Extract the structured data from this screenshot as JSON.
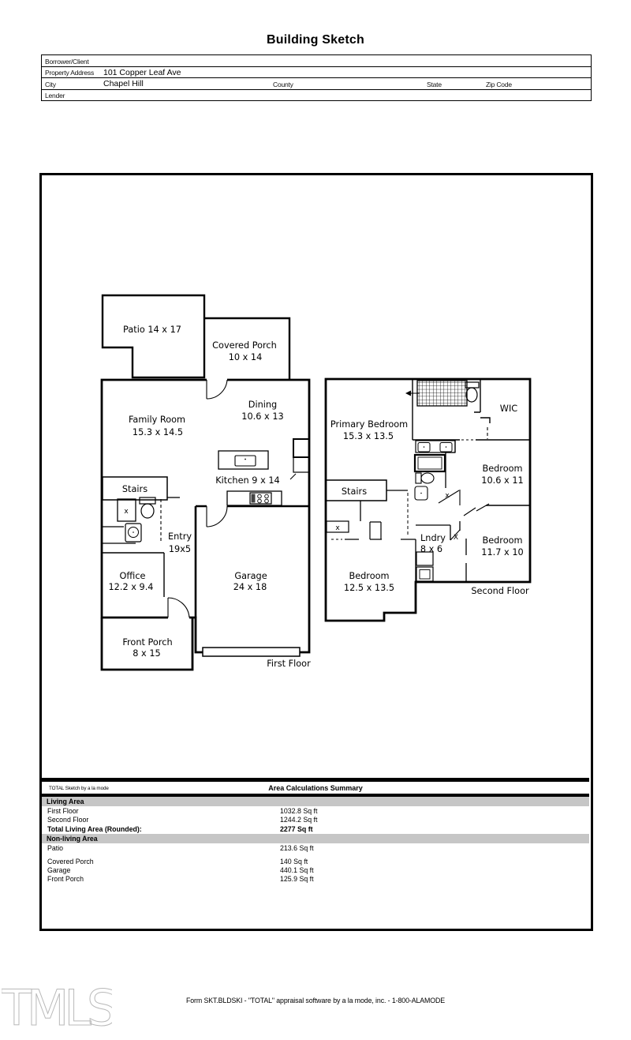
{
  "title": "Building Sketch",
  "header": {
    "borrower_label": "Borrower/Client",
    "property_label": "Property Address",
    "property_value": "101 Copper Leaf Ave",
    "city_label": "City",
    "city_value": "Chapel Hill",
    "county_label": "County",
    "state_label": "State",
    "zip_label": "Zip Code",
    "lender_label": "Lender"
  },
  "sketch": {
    "first_floor_caption": "First Floor",
    "second_floor_caption": "Second Floor",
    "labels": {
      "patio": "Patio 14 x 17",
      "covered_porch1": "Covered Porch",
      "covered_porch2": "10 x 14",
      "family1": "Family Room",
      "family2": "15.3 x 14.5",
      "dining1": "Dining",
      "dining2": "10.6 x 13",
      "kitchen": "Kitchen 9 x 14",
      "stairs_f1": "Stairs",
      "entry1": "Entry",
      "entry2": "19x5",
      "office1": "Office",
      "office2": "12.2 x 9.4",
      "garage1": "Garage",
      "garage2": "24 x 18",
      "front_porch1": "Front Porch",
      "front_porch2": "8 x 15",
      "primary1": "Primary Bedroom",
      "primary2": "15.3 x 13.5",
      "wic": "WIC",
      "bedroomA1": "Bedroom",
      "bedroomA2": "10.6 x 11",
      "stairs_f2": "Stairs",
      "laundry1": "Lndry",
      "laundry2": "8 x 6",
      "bedroomB1": "Bedroom",
      "bedroomB2": "11.7 x 10",
      "bedroomC1": "Bedroom",
      "bedroomC2": "12.5 x 13.5",
      "closet_x1": "x",
      "closet_x2": "x",
      "closet_x3": "x",
      "closet_x4": "X"
    }
  },
  "summary": {
    "brand": "TOTAL Sketch by a la mode",
    "title": "Area Calculations Summary",
    "living_header": "Living Area",
    "living_rows": [
      {
        "label": "First Floor",
        "value": "1032.8 Sq ft"
      },
      {
        "label": "Second Floor",
        "value": "1244.2 Sq ft"
      }
    ],
    "total_row": {
      "label": "Total Living Area (Rounded):",
      "value": "2277 Sq ft"
    },
    "nonliving_header": "Non-living Area",
    "nonliving_rows": [
      {
        "label": "Patio",
        "value": "213.6 Sq ft"
      },
      {
        "label": "Covered Porch",
        "value": "140 Sq ft"
      },
      {
        "label": "Garage",
        "value": "440.1 Sq ft"
      },
      {
        "label": "Front Porch",
        "value": "125.9 Sq ft"
      }
    ]
  },
  "footer": {
    "form_line": "Form SKT.BLDSKI - \"TOTAL\" appraisal software by a la mode, inc. - 1-800-ALAMODE",
    "watermark": "TMLS"
  },
  "colors": {
    "wall": "#000000",
    "band_gray": "#c6c6c6",
    "watermark_gray": "#b9b9b9"
  }
}
